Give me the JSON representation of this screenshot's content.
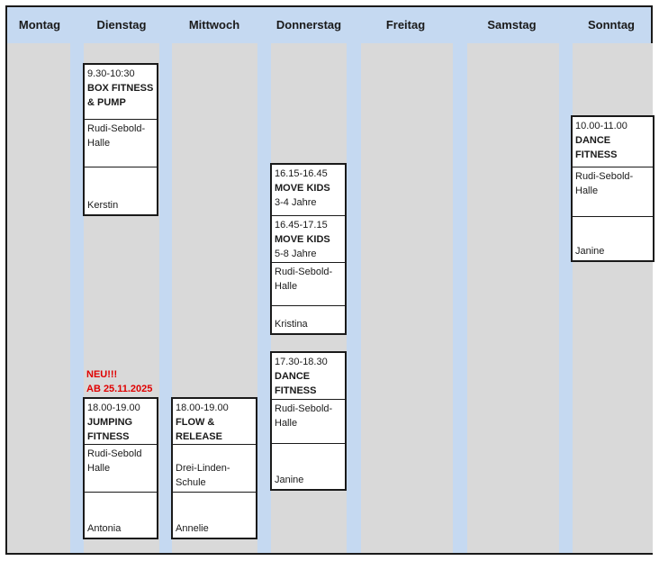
{
  "days": [
    "Montag",
    "Dienstag",
    "Mittwoch",
    "Donnerstag",
    "Freitag",
    "Samstag",
    "Sonntag"
  ],
  "courses": {
    "box_fitness": {
      "time": "9.30-10:30",
      "title": "BOX FITNESS & PUMP",
      "location": "Rudi-Sebold-Halle",
      "trainer": "Kerstin"
    },
    "jumping_fitness": {
      "note_line1": "NEU!!!",
      "note_line2": "AB 25.11.2025",
      "time": "18.00-19.00",
      "title": "JUMPING FITNESS",
      "location": "Rudi-Sebold Halle",
      "trainer": "Antonia"
    },
    "flow_release": {
      "time": "18.00-19.00",
      "title": "FLOW & RELEASE",
      "location": "Drei-Linden-Schule",
      "trainer": "Annelie"
    },
    "move_kids_1": {
      "time": "16.15-16.45",
      "title": "MOVE KIDS",
      "sub": "3-4 Jahre"
    },
    "move_kids_2": {
      "time": "16.45-17.15",
      "title": "MOVE KIDS",
      "sub": "5-8 Jahre",
      "location": "Rudi-Sebold-Halle",
      "trainer": "Kristina"
    },
    "dance_thursday": {
      "time": "17.30-18.30",
      "title": "DANCE FITNESS",
      "location": "Rudi-Sebold-Halle",
      "trainer": "Janine"
    },
    "dance_sunday": {
      "time": "10.00-11.00",
      "title": "DANCE FITNESS",
      "location": "Rudi-Sebold-Halle",
      "trainer": "Janine"
    }
  }
}
